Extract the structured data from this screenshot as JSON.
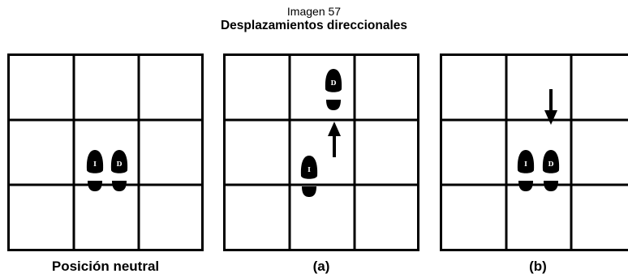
{
  "figure": {
    "number_label": "Imagen 57",
    "title": "Desplazamientos direccionales"
  },
  "panels": [
    {
      "caption": "Posición neutral"
    },
    {
      "caption": "(a)"
    },
    {
      "caption": "(b)"
    }
  ],
  "foot_letters": {
    "left": "I",
    "right": "D"
  },
  "icons": [
    "footprint-icon",
    "arrow-up-icon",
    "arrow-down-icon"
  ]
}
